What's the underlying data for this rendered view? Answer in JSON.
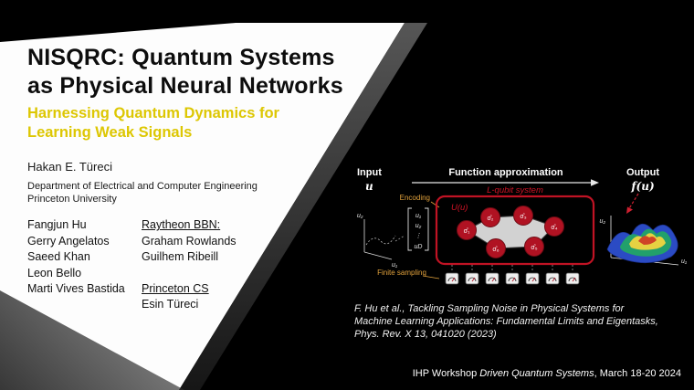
{
  "slide": {
    "title": [
      "NISQRC: Quantum Systems",
      "as Physical Neural Networks"
    ],
    "subtitle": [
      "Harnessing Quantum Dynamics for",
      "Learning Weak Signals"
    ],
    "author": "Hakan E. Türeci",
    "affiliation": [
      "Department of Electrical and Computer Engineering",
      "Princeton University"
    ],
    "team": [
      "Fangjun Hu",
      "Gerry Angelatos",
      "Saeed Khan",
      "Leon Bello",
      "Marti Vives Bastida"
    ],
    "groups": [
      {
        "heading": "Raytheon BBN:",
        "members": [
          "Graham Rowlands",
          "Guilhem Ribeill"
        ]
      },
      {
        "heading": "Princeton CS",
        "members": [
          "Esin Türeci"
        ]
      }
    ],
    "citation": "F. Hu et al., Tackling Sampling Noise in Physical Systems for Machine Learning Applications: Fundamental Limits and Eigentasks, Phys. Rev. X 13, 041020 (2023)",
    "footer": {
      "prefix": "IHP Workshop ",
      "italic": "Driven Quantum Systems",
      "suffix": ", March 18-20 2024"
    }
  },
  "diagram": {
    "input_label": "Input",
    "input_symbol": "u",
    "function_label": "Function approximation",
    "encoding_label": "Encoding",
    "system_label": "L-qubit system",
    "unitary_label": "U(u)",
    "qubits": [
      "σ̂₁",
      "σ̂₂",
      "σ̂₃",
      "σ̂₄",
      "σ̂₅",
      "σ̂₆"
    ],
    "vector": [
      "u₁",
      "u₂",
      "⋮",
      "uD"
    ],
    "finite_sampling_label": "Finite sampling",
    "output_label": "Output",
    "output_symbol": "f(u)",
    "axes": {
      "input_x": "u₁",
      "input_y": "u₂",
      "output_x": "u₁",
      "output_y": "u₂"
    },
    "colors": {
      "qubit_red": "#b01222",
      "box_red": "#c01324",
      "encoding_orange": "#e2a23c",
      "subtitle_yellow": "#ddc703"
    }
  }
}
